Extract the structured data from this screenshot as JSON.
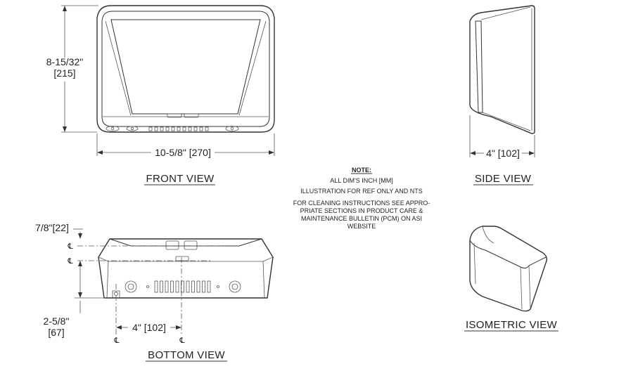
{
  "dimensions": {
    "front_height_in": "8-15/32\"",
    "front_height_mm": "[215]",
    "front_width": "10-5/8\" [270]",
    "side_depth": "4\" [102]",
    "bottom_offset": "7/8\"[22]",
    "bottom_centerline": "4\" [102]",
    "bottom_side_in": "2-5/8\"",
    "bottom_side_mm": "[67]"
  },
  "views": {
    "front": "FRONT VIEW",
    "side": "SIDE VIEW",
    "bottom": "BOTTOM VIEW",
    "isometric": "ISOMETRIC VIEW"
  },
  "note": {
    "heading": "NOTE:",
    "lines": [
      "ALL DIM'S INCH [MM]",
      "ILLUSTRATION FOR REF ONLY AND NTS",
      "FOR CLEANING INSTRUCTIONS SEE APPRO-",
      "PRIATE SECTIONS IN PRODUCT CARE &",
      "MAINTENANCE BULLETIN (PCM) ON ASI",
      "WEBSITE"
    ]
  },
  "centerline_symbol": "℄"
}
